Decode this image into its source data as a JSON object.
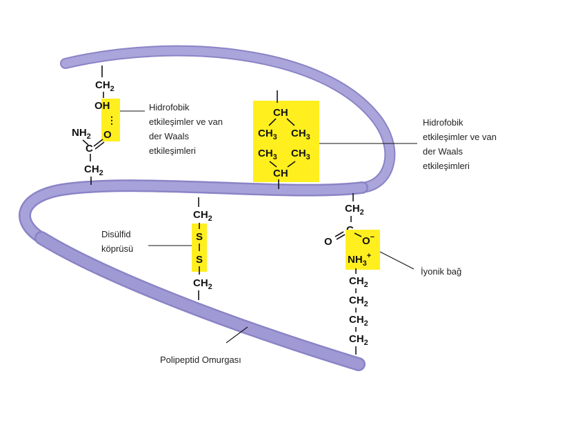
{
  "colors": {
    "backbone": "#9f9ad4",
    "backbone_edge": "#8a84c6",
    "highlight": "#ffef1f",
    "text": "#111111",
    "background": "#ffffff"
  },
  "labels": {
    "hydrophobic_left": [
      "Hidrofobik",
      "etkileşimler ve van",
      "der Waals",
      "etkileşimleri"
    ],
    "hydrophobic_right": [
      "Hidrofobik",
      "etkileşimler ve van",
      "der Waals",
      "etkileşimleri"
    ],
    "disulfide": [
      "Disülfid",
      "köprüsü"
    ],
    "ionic": "İyonik bağ",
    "backbone": "Polipeptid Omurgası"
  },
  "chem": {
    "left": {
      "ch2_top": "CH",
      "ch2_top_sub": "2",
      "oh": "OH",
      "hbond": "⋮",
      "o": "O",
      "nh2": "NH",
      "nh2_sub": "2",
      "c": "C",
      "ch2_bottom": "CH",
      "ch2_bottom_sub": "2"
    },
    "middle": {
      "ch_top": "CH",
      "ch3_a": "CH",
      "ch3_b": "CH",
      "ch3_c": "CH",
      "ch3_d": "CH",
      "ch3_sub": "3",
      "ch_bottom": "CH"
    },
    "disulfide": {
      "ch2_top": "CH",
      "s1": "S",
      "s2": "S",
      "ch2_bottom": "CH",
      "sub": "2"
    },
    "ionic": {
      "ch2_top": "CH",
      "c": "C",
      "o": "O",
      "o_minus": "O",
      "minus": "−",
      "nh3": "NH",
      "nh3_sub": "3",
      "plus": "+",
      "ch2_chain": [
        "CH",
        "CH",
        "CH",
        "CH"
      ],
      "sub": "2"
    }
  }
}
